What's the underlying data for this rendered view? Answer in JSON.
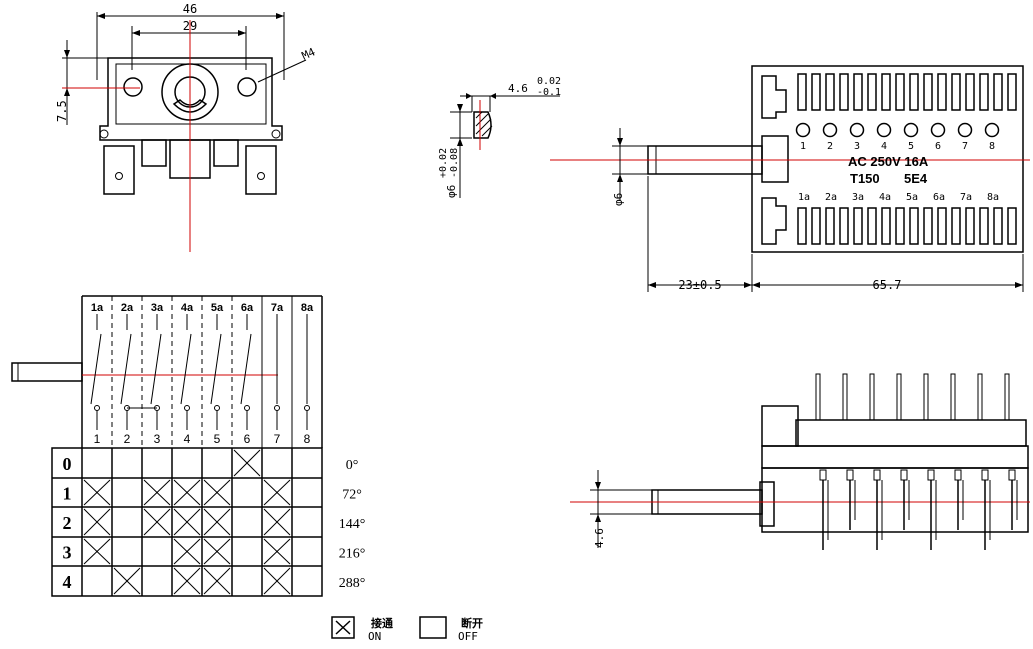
{
  "front_view": {
    "dim_overall": "46",
    "dim_holes": "29",
    "dim_height": "7.5",
    "thread_label": "M4"
  },
  "shaft_section": {
    "flat_dim": "4.6",
    "flat_tol_upper": "0.02",
    "flat_tol_lower": "-0.1",
    "dia_label": "φ6",
    "dia_tol_upper": "+0.02",
    "dia_tol_lower": "-0.08"
  },
  "side_view": {
    "shaft_dia": "φ6",
    "shaft_length": "23±0.5",
    "body_length": "65.7",
    "rating": "AC 250V 16A",
    "model": "T150",
    "code": "5E4",
    "top_terminals": [
      "1",
      "2",
      "3",
      "4",
      "5",
      "6",
      "7",
      "8"
    ],
    "bottom_terminals": [
      "1a",
      "2a",
      "3a",
      "4a",
      "5a",
      "6a",
      "7a",
      "8a"
    ]
  },
  "switch_table": {
    "column_headers_top": [
      "1a",
      "2a",
      "3a",
      "4a",
      "5a",
      "6a",
      "7a",
      "8a"
    ],
    "column_headers_bottom": [
      "1",
      "2",
      "3",
      "4",
      "5",
      "6",
      "7",
      "8"
    ],
    "rows": [
      {
        "position": "0",
        "angle": "0°",
        "on": [
          0,
          0,
          0,
          0,
          0,
          1,
          0,
          0
        ]
      },
      {
        "position": "1",
        "angle": "72°",
        "on": [
          1,
          0,
          1,
          1,
          1,
          0,
          1,
          0
        ]
      },
      {
        "position": "2",
        "angle": "144°",
        "on": [
          1,
          0,
          1,
          1,
          1,
          0,
          1,
          0
        ]
      },
      {
        "position": "3",
        "angle": "216°",
        "on": [
          1,
          0,
          0,
          1,
          1,
          0,
          1,
          0
        ]
      },
      {
        "position": "4",
        "angle": "288°",
        "on": [
          0,
          1,
          0,
          1,
          1,
          0,
          1,
          0
        ]
      }
    ]
  },
  "legend": {
    "on_cn": "接通",
    "on_en": "ON",
    "off_cn": "断开",
    "off_en": "OFF"
  },
  "bottom_view": {
    "dim_shaft": "4.6"
  }
}
